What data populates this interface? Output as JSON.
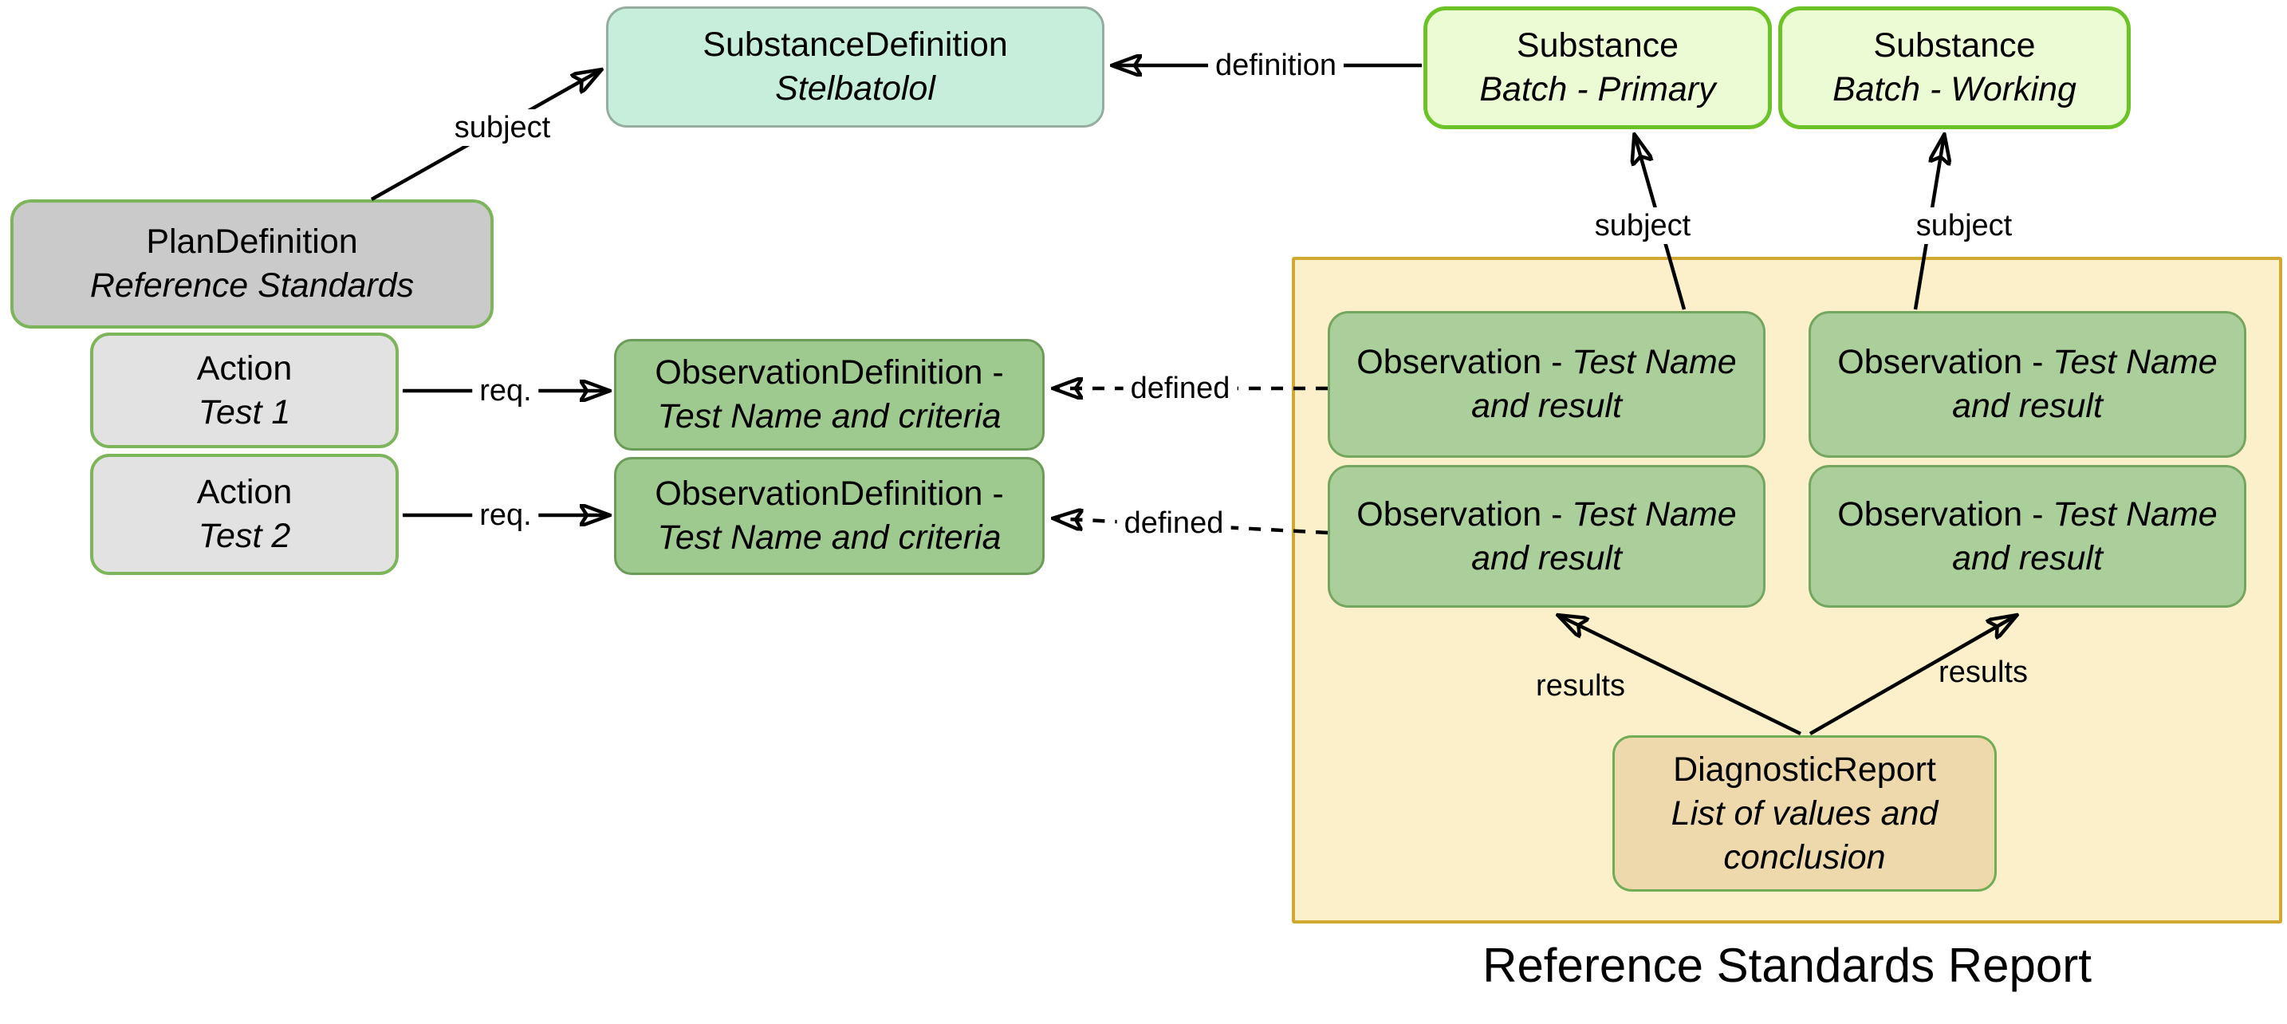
{
  "diagram": {
    "caption": "Reference Standards Report",
    "nodes": {
      "substance_definition": {
        "title": "SubstanceDefinition",
        "subtitle": "Stelbatolol"
      },
      "substance_primary": {
        "title": "Substance",
        "subtitle": "Batch - Primary"
      },
      "substance_working": {
        "title": "Substance",
        "subtitle": "Batch - Working"
      },
      "plan_definition": {
        "title": "PlanDefinition",
        "subtitle": "Reference Standards"
      },
      "action_test_1": {
        "title": "Action",
        "subtitle": "Test 1"
      },
      "action_test_2": {
        "title": "Action",
        "subtitle": "Test 2"
      },
      "observation_definition_1": {
        "title": "ObservationDefinition -",
        "subtitle": "Test Name and criteria"
      },
      "observation_definition_2": {
        "title": "ObservationDefinition -",
        "subtitle": "Test Name and criteria"
      },
      "observation_primary_1": {
        "title": "Observation - ",
        "subtitle": "Test Name and result"
      },
      "observation_primary_2": {
        "title": "Observation - ",
        "subtitle": "Test Name and result"
      },
      "observation_working_1": {
        "title": "Observation - ",
        "subtitle": "Test Name and result"
      },
      "observation_working_2": {
        "title": "Observation - ",
        "subtitle": "Test Name and result"
      },
      "diagnostic_report": {
        "title": "DiagnosticReport",
        "subtitle": "List of values and conclusion"
      }
    },
    "edge_labels": {
      "subject_plan": "subject",
      "definition": "definition",
      "req_1": "req.",
      "req_2": "req.",
      "defined_1": "defined",
      "defined_2": "defined",
      "subject_primary": "subject",
      "subject_working": "subject",
      "results_left": "results",
      "results_right": "results"
    },
    "colors": {
      "substance_definition_fill": "#c7eeda",
      "substance_definition_border": "#95ad9e",
      "substance_fill": "#ebfcd4",
      "substance_border": "#6cc327",
      "plan_definition_fill": "#cacaca",
      "action_fill": "#e2e2e2",
      "plan_action_border": "#7db55b",
      "observation_definition_fill": "#9ec98f",
      "observation_definition_border": "#6b9c57",
      "observation_fill": "#aacf9a",
      "observation_border": "#75a65f",
      "report_panel_fill": "#fcf0ca",
      "report_panel_border": "#d2a930",
      "diagnostic_report_fill": "#edd9ab",
      "diagnostic_report_border": "#71ad57",
      "edge_color": "#000000",
      "text_color": "#000000"
    }
  }
}
